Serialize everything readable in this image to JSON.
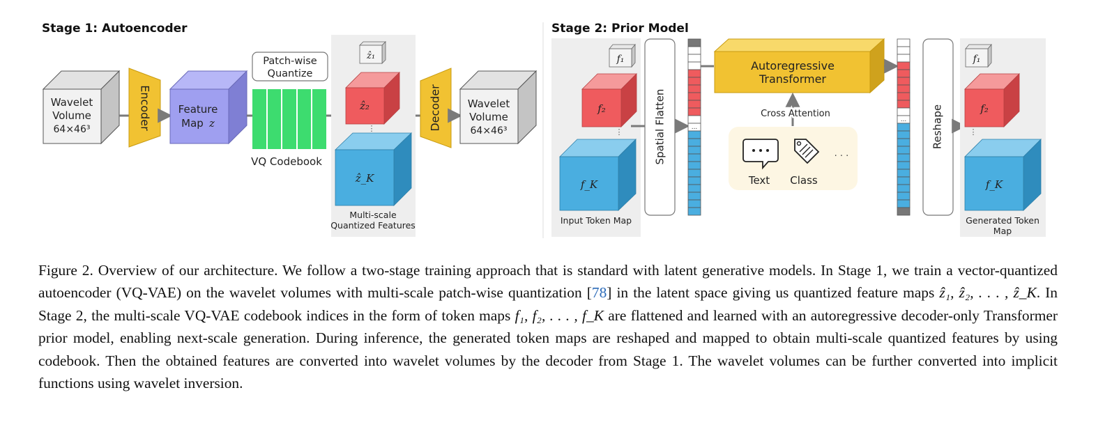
{
  "stage1": {
    "title": "Stage 1: Autoencoder",
    "input_volume": {
      "line1": "Wavelet",
      "line2": "Volume",
      "dims": "64×46³"
    },
    "encoder": "Encoder",
    "feature_map": {
      "line1": "Feature",
      "line2": "Map",
      "var": "z"
    },
    "quantize": {
      "line1": "Patch-wise",
      "line2": "Quantize"
    },
    "codebook_label": "VQ Codebook",
    "z1": "ẑ₁",
    "z2": "ẑ₂",
    "zk": "ẑ_K",
    "features_caption": {
      "line1": "Multi-scale",
      "line2": "Quantized Features"
    },
    "decoder": "Decoder",
    "output_volume": {
      "line1": "Wavelet",
      "line2": "Volume",
      "dims": "64×46³"
    }
  },
  "stage2": {
    "title": "Stage 2: Prior Model",
    "input_f1": "f₁",
    "input_f2": "f₂",
    "input_fk": "f_K",
    "input_caption": "Input Token Map",
    "flatten": "Spatial Flatten",
    "transformer": {
      "line1": "Autoregressive",
      "line2": "Transformer"
    },
    "cross_attention": "Cross Attention",
    "cond_text": "Text",
    "cond_class": "Class",
    "cond_more": "· · ·",
    "reshape": "Reshape",
    "output_f1": "f₁",
    "output_f2": "f₂",
    "output_fk": "f_K",
    "output_caption": {
      "line1": "Generated Token",
      "line2": "Map"
    },
    "seq_ellipsis": "..."
  },
  "colors": {
    "yellow": "#f1c232",
    "blue_purple": "#9f9ff0",
    "green": "#3ddc6f",
    "red": "#ef5b5e",
    "sky": "#4aaee0",
    "gray_panel": "#eeeeee",
    "cream": "#fdf6e3"
  },
  "caption": {
    "s1": "Figure 2. Overview of our architecture. We follow a two-stage training approach that is standard with latent generative models. In Stage 1, we train a vector-quantized autoencoder (VQ-VAE) on the wavelet volumes with multi-scale patch-wise quantization [",
    "ref": "78",
    "s2": "] in the latent space giving us quantized feature maps ",
    "m1": "ẑ₁, ẑ₂, . . . , ẑ_K",
    "s3": ". In Stage 2, the multi-scale VQ-VAE codebook indices in the form of token maps ",
    "m2": "f₁, f₂, . . . , f_K",
    "s4": " are flattened and learned with an autoregressive decoder-only Transformer prior model, enabling next-scale generation. During inference, the generated token maps are reshaped and mapped to obtain multi-scale quantized features by using codebook. Then the obtained features are converted into wavelet volumes by the decoder from Stage 1. The wavelet volumes can be further converted into implicit functions using wavelet inversion."
  }
}
